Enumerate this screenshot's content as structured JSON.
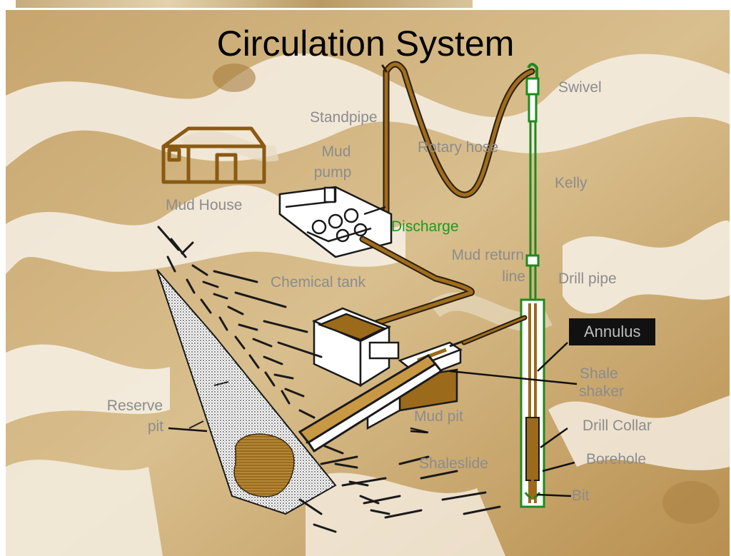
{
  "slide": {
    "title": "Circulation System"
  },
  "labels": {
    "swivel": "Swivel",
    "standpipe": "Standpipe",
    "rotary_hose": "Rotary hose",
    "mud_pump_1": "Mud",
    "mud_pump_2": "pump",
    "kelly": "Kelly",
    "mud_house": "Mud House",
    "discharge": "Discharge",
    "mud_return_1": "Mud return",
    "mud_return_2": "line",
    "chemical_tank": "Chemical tank",
    "drill_pipe": "Drill pipe",
    "annulus": "Annulus",
    "shale_shaker_1": "Shale",
    "shale_shaker_2": "shaker",
    "reserve_pit_1": "Reserve",
    "reserve_pit_2": "pit",
    "mud_pit": "Mud pit",
    "drill_collar": "Drill Collar",
    "borehole": "Borehole",
    "shaleslide": "Shaleslide",
    "bit": "Bit"
  },
  "colors": {
    "mud": "#9b6a1a",
    "pipe_outline": "#3a2a10",
    "kelly_green": "#1e8a1e",
    "discharge_text": "#1e9a1e",
    "label_gray": "#8c8c8c",
    "annulus_box": "#111111"
  }
}
